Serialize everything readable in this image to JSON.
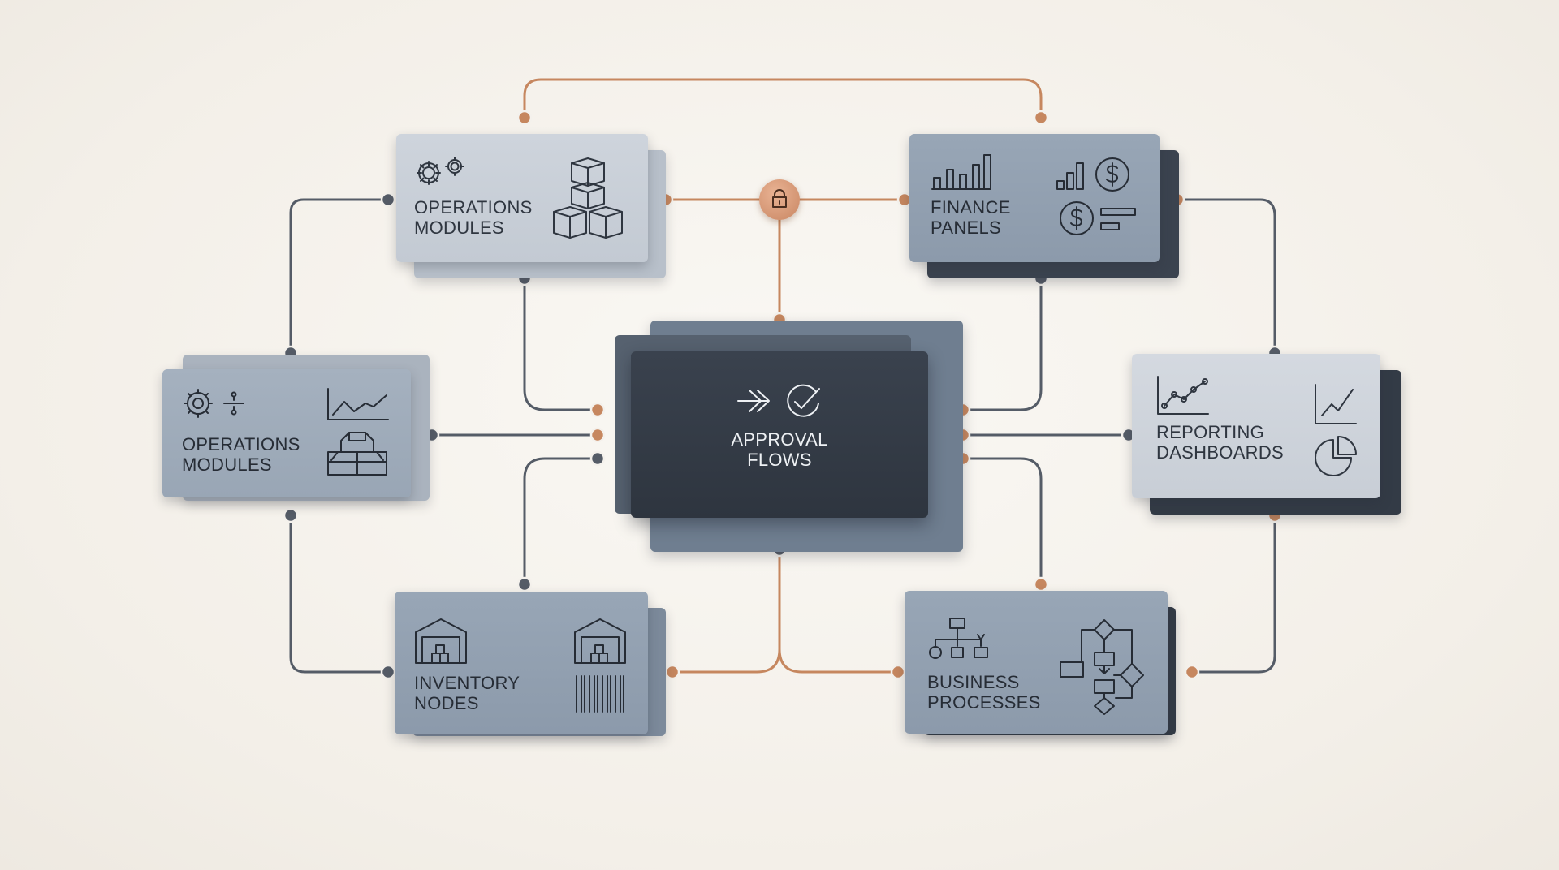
{
  "diagram": {
    "colors": {
      "connector_gray": "#555c67",
      "connector_copper": "#c6875f",
      "card_light": "#c9cfd7",
      "card_mid": "#93a1b2",
      "card_dark": "#323a45"
    },
    "center": {
      "line1": "APPROVAL",
      "line2": "FLOWS",
      "icons": [
        "double-arrow-icon",
        "check-circle-icon"
      ]
    },
    "lock": {
      "icon": "lock-icon"
    },
    "nodes": [
      {
        "id": "operations-top",
        "line1": "OPERATIONS",
        "line2": "MODULES",
        "icons": [
          "gears-icon",
          "boxes-stack-icon"
        ]
      },
      {
        "id": "operations-left",
        "line1": "OPERATIONS",
        "line2": "MODULES",
        "icons": [
          "gear-divide-icon",
          "line-chart-icon",
          "boxes-icon"
        ]
      },
      {
        "id": "inventory",
        "line1": "INVENTORY",
        "line2": "NODES",
        "icons": [
          "warehouse-icon",
          "warehouse-icon",
          "barcode-icon"
        ]
      },
      {
        "id": "finance",
        "line1": "FINANCE",
        "line2": "PANELS",
        "icons": [
          "bar-chart-icon",
          "dollar-bars-icon"
        ]
      },
      {
        "id": "reporting",
        "line1": "REPORTING",
        "line2": "DASHBOARDS",
        "icons": [
          "trend-chart-icon",
          "line-chart-icon",
          "pie-chart-icon"
        ]
      },
      {
        "id": "business",
        "line1": "BUSINESS",
        "line2": "PROCESSES",
        "icons": [
          "org-chart-icon",
          "flowchart-icon"
        ]
      }
    ]
  }
}
